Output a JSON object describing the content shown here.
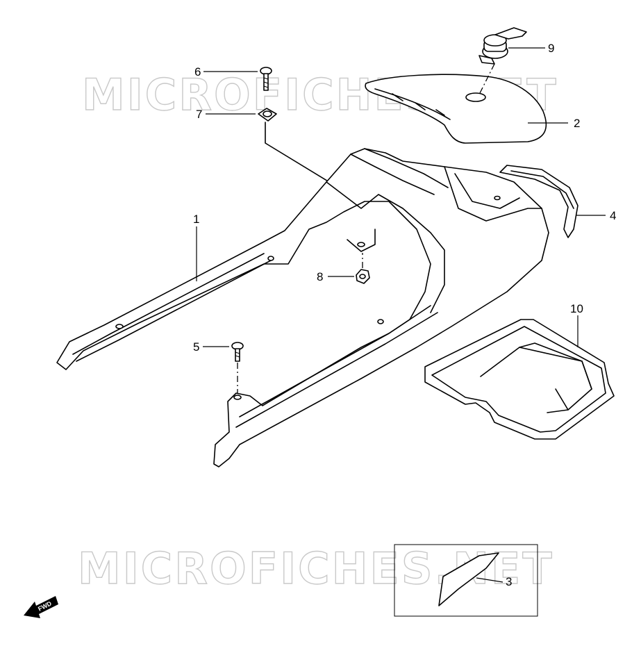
{
  "watermark": "MICROFICHES.NET",
  "fwd_label": "FWD",
  "callouts": {
    "p1": "1",
    "p2": "2",
    "p3": "3",
    "p4": "4",
    "p5": "5",
    "p6": "6",
    "p7": "7",
    "p8": "8",
    "p9": "9",
    "p10": "10"
  }
}
